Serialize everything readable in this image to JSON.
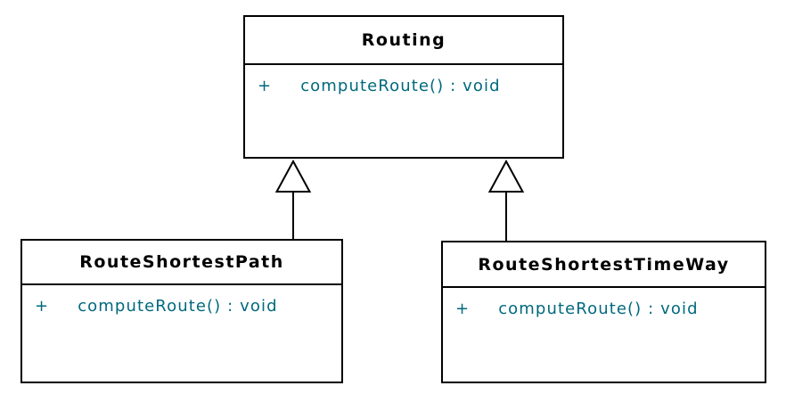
{
  "diagram": {
    "kind": "uml-class-diagram",
    "colors": {
      "background": "#ffffff",
      "box_fill": "#ffffff",
      "box_border": "#000000",
      "class_name_text": "#000000",
      "member_text": "#00697d"
    },
    "classes": [
      {
        "name": "Routing",
        "members": [
          {
            "visibility": "+",
            "signature": "computeRoute() : void"
          }
        ]
      },
      {
        "name": "RouteShortestPath",
        "members": [
          {
            "visibility": "+",
            "signature": "computeRoute() : void"
          }
        ]
      },
      {
        "name": "RouteShortestTimeWay",
        "members": [
          {
            "visibility": "+",
            "signature": "computeRoute() : void"
          }
        ]
      }
    ],
    "relations": [
      {
        "from": "RouteShortestPath",
        "to": "Routing",
        "type": "generalization",
        "arrowhead": "hollow-triangle"
      },
      {
        "from": "RouteShortestTimeWay",
        "to": "Routing",
        "type": "generalization",
        "arrowhead": "hollow-triangle"
      }
    ]
  }
}
